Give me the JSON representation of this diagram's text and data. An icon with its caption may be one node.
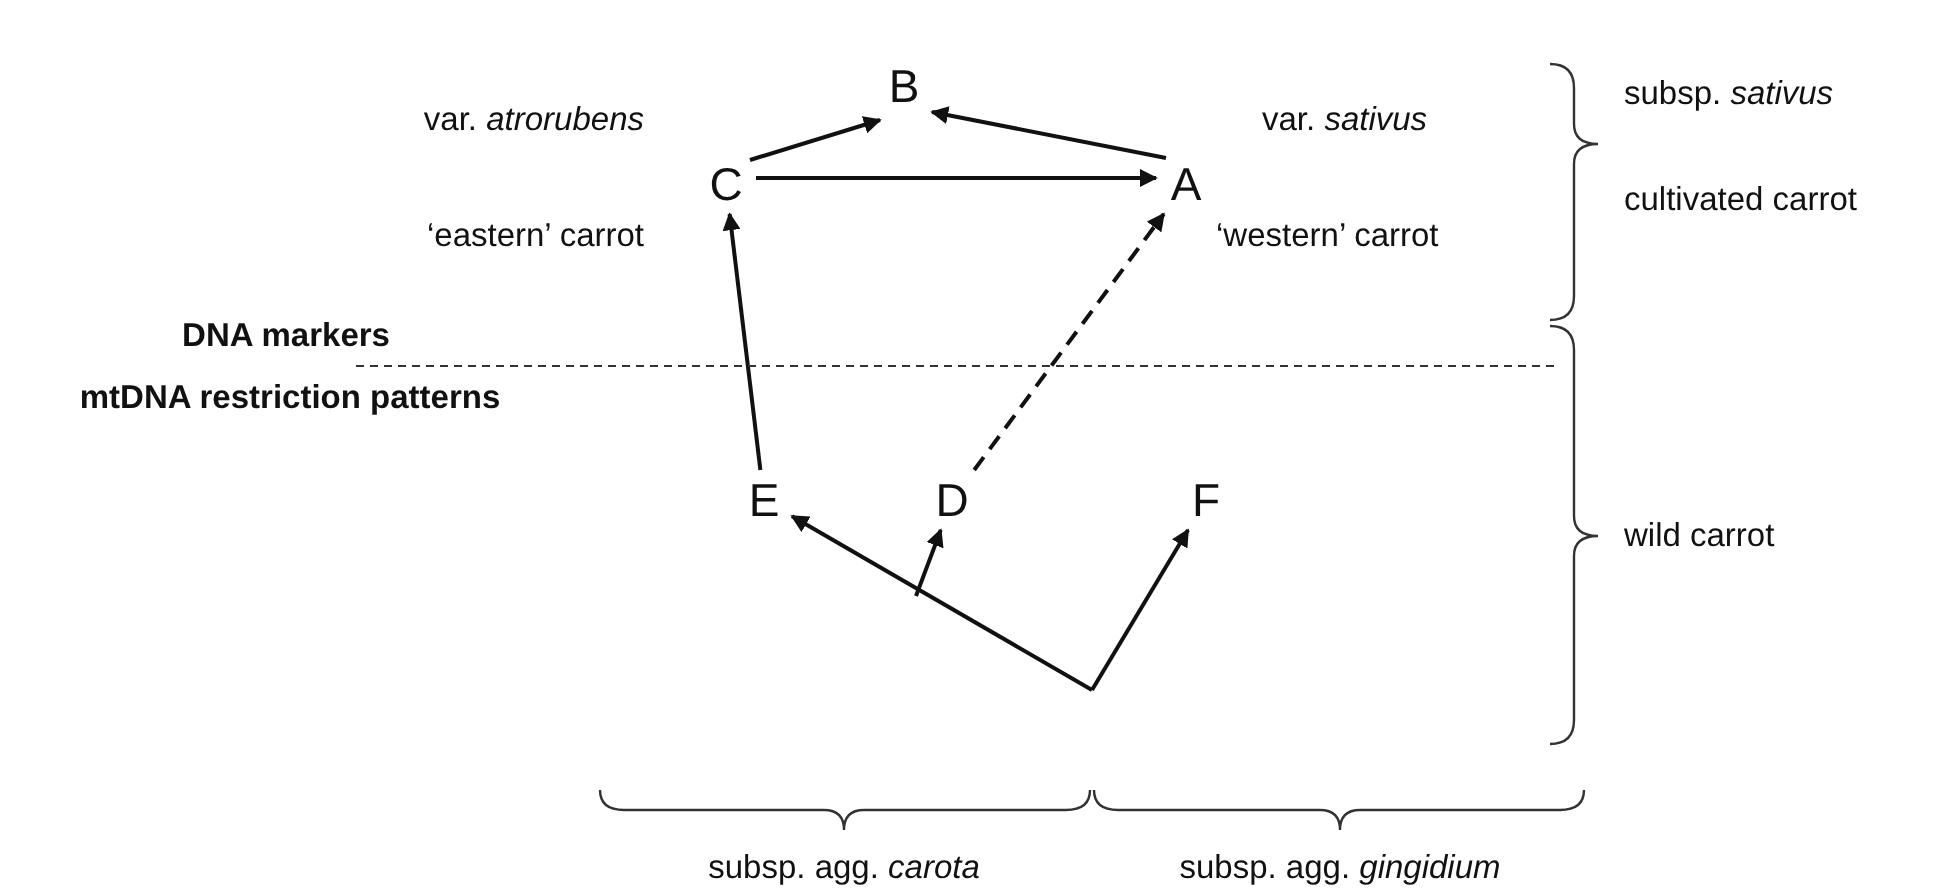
{
  "diagram": {
    "nodes": [
      {
        "text": [
          "B"
        ]
      },
      {
        "text": [
          "C"
        ],
        "beside": [
          "var. *atrorubens*",
          "‘eastern’ carrot"
        ]
      },
      {
        "text": [
          "A"
        ],
        "beside": [
          "var. *sativus*",
          "‘western’ carrot"
        ]
      },
      {
        "text": [
          "E"
        ]
      },
      {
        "text": [
          "D"
        ]
      },
      {
        "text": [
          "F"
        ]
      }
    ],
    "edges": [
      {
        "from": 1,
        "to": 0,
        "arrow": "to"
      },
      {
        "from": 2,
        "to": 0,
        "arrow": "to"
      },
      {
        "from": 1,
        "to": 2,
        "arrow": "to"
      },
      {
        "from": 3,
        "to": 1,
        "arrow": "to"
      },
      {
        "from": 4,
        "to": 2,
        "arrow": "to",
        "style": "dashed"
      },
      {
        "from": null,
        "to": 3,
        "arrow": "to"
      },
      {
        "from": null,
        "to": 4,
        "arrow": "to"
      },
      {
        "from": null,
        "to": 5,
        "arrow": "to"
      }
    ],
    "labels": [
      "subsp. *sativus*",
      "cultivated carrot",
      "DNA markers",
      "mtDNA restriction patterns",
      "wild carrot",
      "subsp. agg. *carota*",
      "subsp. agg. *gingidium*"
    ]
  }
}
